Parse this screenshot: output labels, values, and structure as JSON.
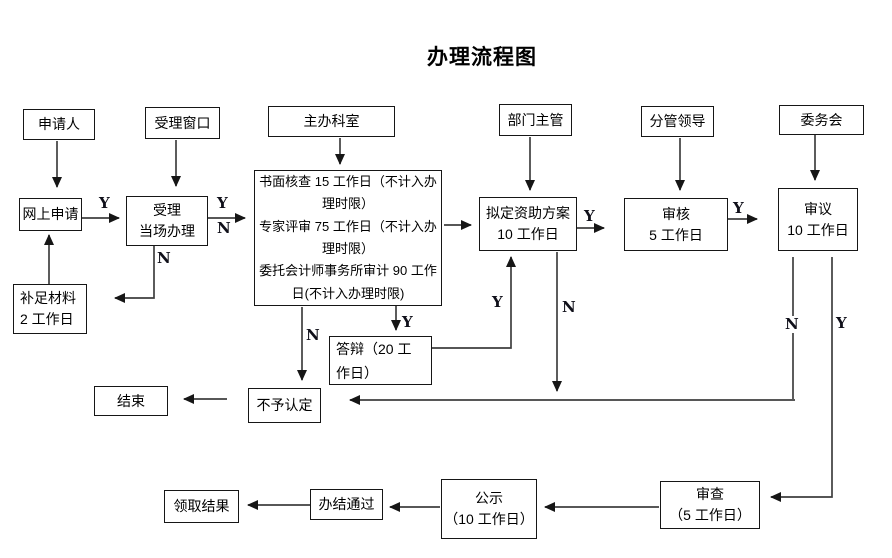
{
  "title": "办理流程图",
  "colors": {
    "line": "#3f3f3f",
    "box_border": "#161616",
    "text": "#000000",
    "background": "#ffffff"
  },
  "nodes": {
    "applicant": {
      "label": "申请人"
    },
    "accept_window": {
      "label": "受理窗口"
    },
    "main_office": {
      "label": "主办科室"
    },
    "dept_head": {
      "label": "部门主管"
    },
    "branch_leader": {
      "label": "分管领导"
    },
    "committee": {
      "label": "委务会"
    },
    "online_apply": {
      "label": "网上申请"
    },
    "accept_onsite": {
      "lines": [
        "受理",
        "当场办理"
      ]
    },
    "review_steps": {
      "lines": [
        "书面核查 15 工作日（不计入办理时限）",
        "专家评审 75 工作日（不计入办理时限）",
        "委托会计师事务所审计 90 工作日(不计入办理时限)"
      ]
    },
    "plan": {
      "lines": [
        "拟定资助方案",
        "10 工作日"
      ]
    },
    "audit": {
      "lines": [
        "审核",
        "5 工作日"
      ]
    },
    "deliberation": {
      "lines": [
        "审议",
        "10 工作日"
      ]
    },
    "supplement": {
      "lines": [
        "补足材料",
        "2 工作日"
      ]
    },
    "defense": {
      "label": "答辩（20 工作日）"
    },
    "end": {
      "label": "结束"
    },
    "reject": {
      "label": "不予认定"
    },
    "receive_result": {
      "label": "领取结果"
    },
    "complete": {
      "label": "办结通过"
    },
    "publicity": {
      "lines": [
        "公示",
        "（10 工作日）"
      ]
    },
    "examine": {
      "lines": [
        "审查",
        "（5 工作日）"
      ]
    }
  },
  "edge_labels": {
    "apply_yes": "Y",
    "accept_yes": "Y",
    "accept_no": "N",
    "onsite_no": "N",
    "review_no": "N",
    "review_defense_yes": "Y",
    "defense_back_yes": "Y",
    "plan_no": "N",
    "plan_yes": "Y",
    "audit_yes": "Y",
    "deliberation_no": "N",
    "deliberation_yes": "Y"
  }
}
